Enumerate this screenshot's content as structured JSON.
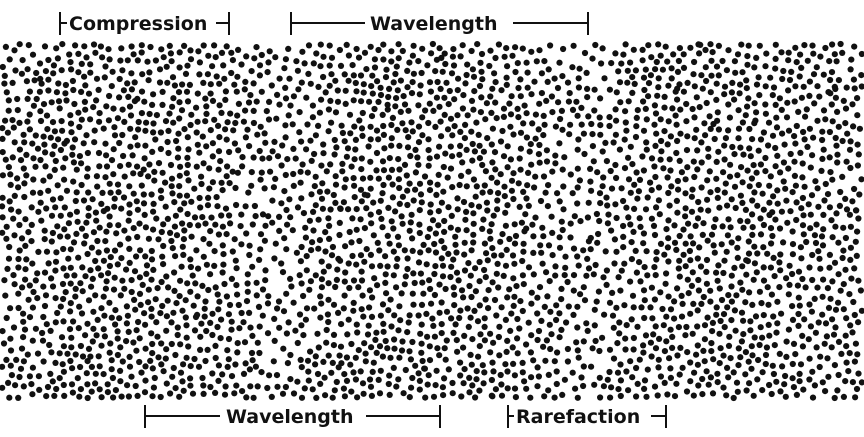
{
  "diagram": {
    "labels": {
      "top_left": "Compression",
      "top_middle": "Wavelength",
      "bottom_middle": "Wavelength",
      "bottom_right": "Rarefaction"
    },
    "colors": {
      "ink": "#111111",
      "background": "#ffffff"
    }
  }
}
